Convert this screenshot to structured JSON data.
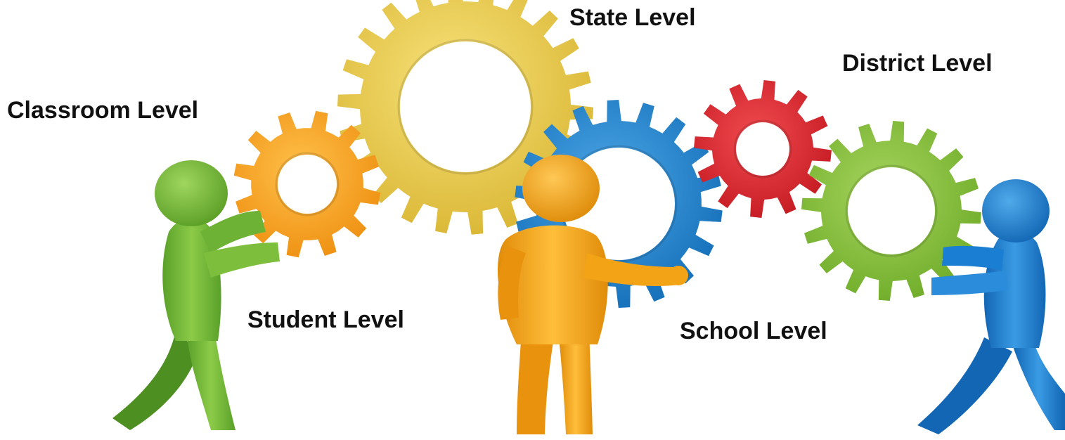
{
  "labels": {
    "state": "State Level",
    "district": "District Level",
    "classroom": "Classroom Level",
    "student": "Student Level",
    "school": "School Level"
  },
  "colors": {
    "yellow_gear": "#EDD04A",
    "orange_gear": "#F7A623",
    "blue_gear": "#1E84D0",
    "red_gear": "#DF2830",
    "green_gear": "#86C23A",
    "green_figure": "#6DB234",
    "orange_figure": "#F2A416",
    "blue_figure": "#1A7ED2"
  }
}
